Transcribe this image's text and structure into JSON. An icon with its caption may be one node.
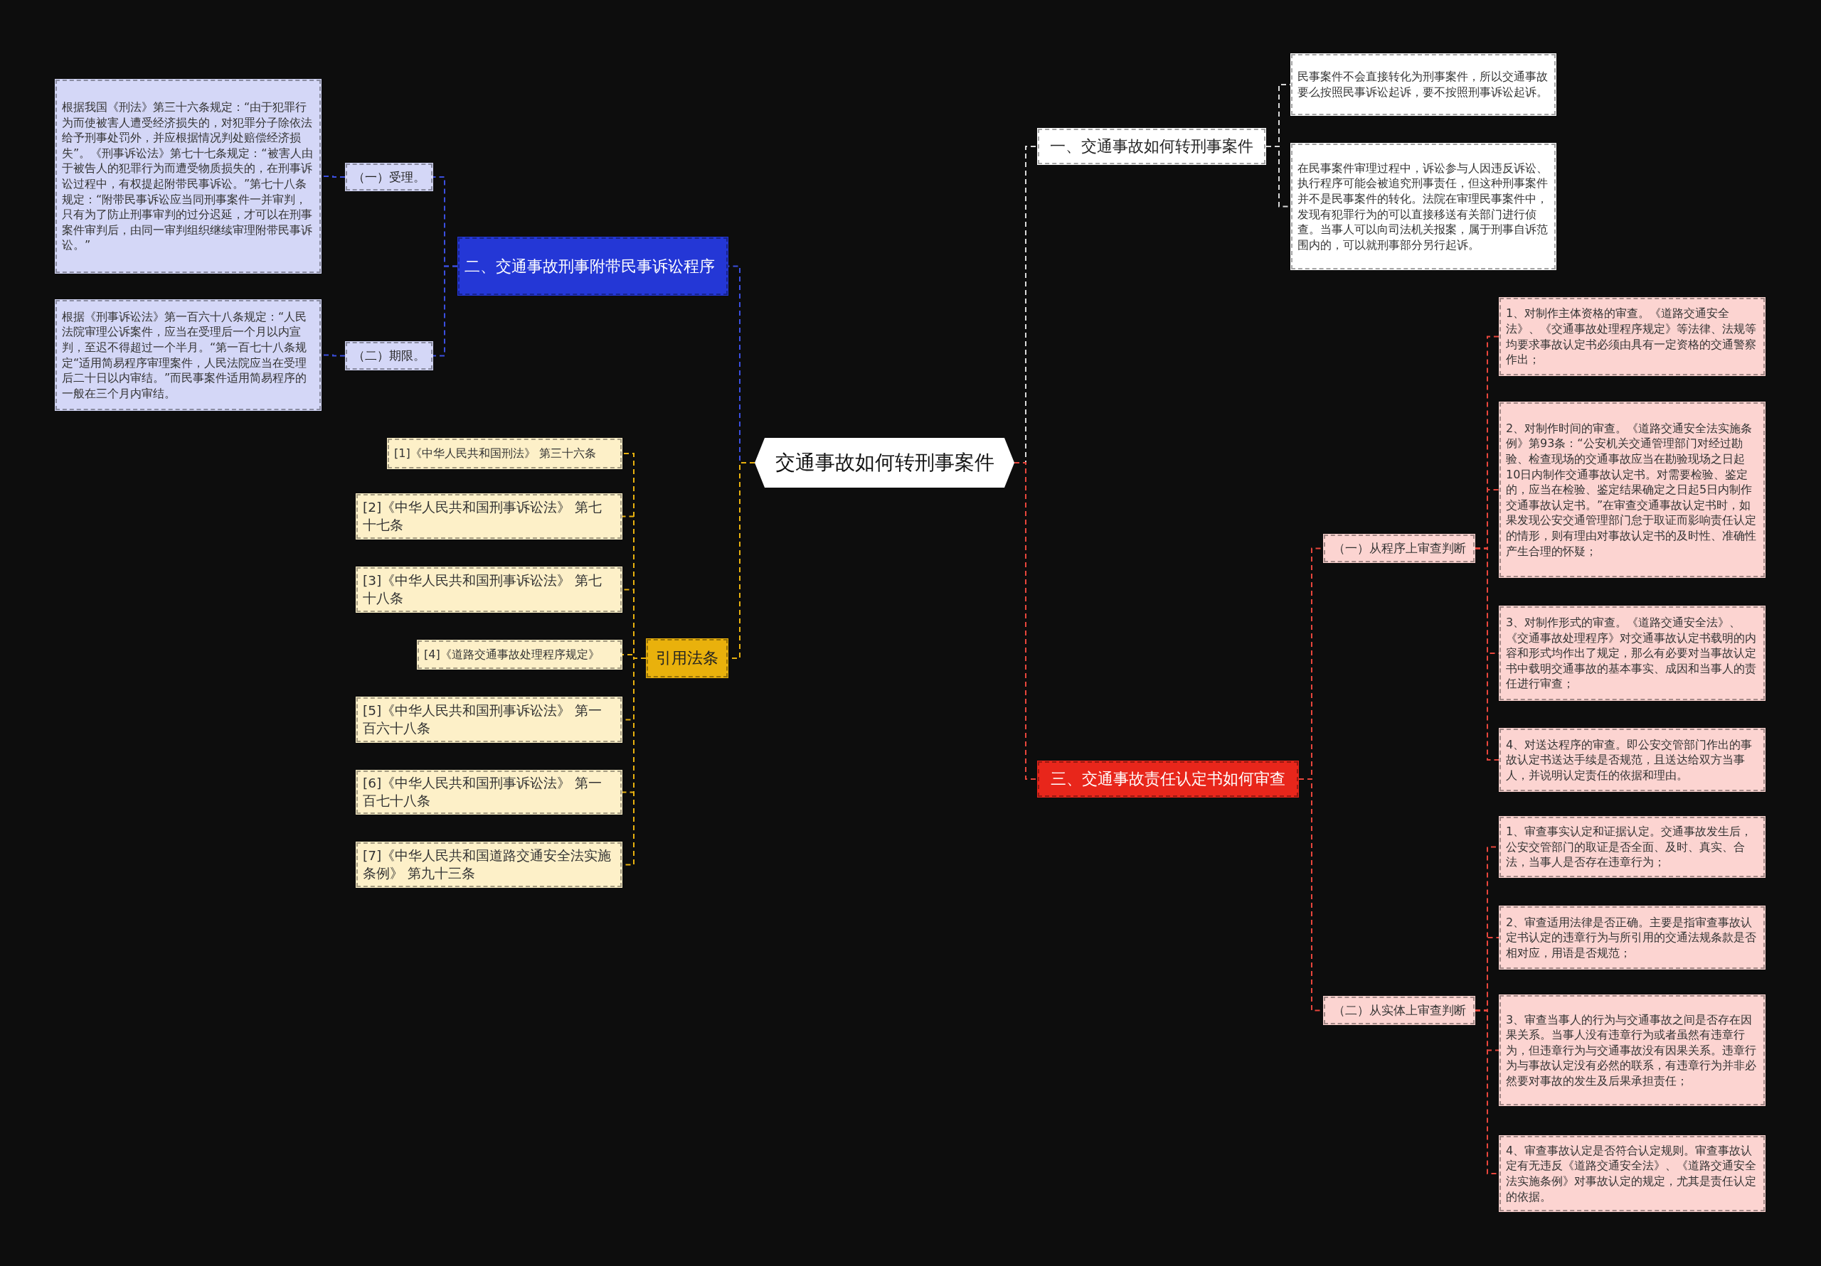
{
  "diagram": {
    "nodes": [
      {
        "text": [
          "交通事故如何转刑事案件"
        ]
      },
      {
        "text": [
          "一、交通事故如何转刑事案件"
        ]
      },
      {
        "text": [
          "民事案件不会直接转化为刑事案件，所以交通事故要么按照民事诉讼起诉，要不按照刑事诉讼起诉。"
        ]
      },
      {
        "text": [
          "在民事案件审理过程中，诉讼参与人因违反诉讼、执行程序可能会被追究刑事责任，但这种刑事案件并不是民事案件的转化。法院在审理民事案件中，发现有犯罪行为的可以直接移送有关部门进行侦查。当事人可以向司法机关报案，属于刑事自诉范围内的，可以就刑事部分另行起诉。"
        ]
      },
      {
        "text": [
          "二、交通事故刑事附带民事诉讼程序"
        ]
      },
      {
        "text": [
          "（一）受理。"
        ]
      },
      {
        "text": [
          "根据我国《刑法》第三十六条规定：“由于犯罪行为而使被害人遭受经济损失的，对犯罪分子除依法给予刑事处罚外，并应根据情况判处赔偿经济损失”。《刑事诉讼法》第七十七条规定：“被害人由于被告人的犯罪行为而遭受物质损失的，在刑事诉讼过程中，有权提起附带民事诉讼。”第七十八条规定：“附带民事诉讼应当同刑事案件一并审判，只有为了防止刑事审判的过分迟延，才可以在刑事案件审判后，由同一审判组织继续审理附带民事诉讼。”"
        ]
      },
      {
        "text": [
          "（二）期限。"
        ]
      },
      {
        "text": [
          "根据《刑事诉讼法》第一百六十八条规定：“人民法院审理公诉案件，应当在受理后一个月以内宣判，至迟不得超过一个半月。“第一百七十八条规定“适用简易程序审理案件，人民法院应当在受理后二十日以内审结。”而民事案件适用简易程序的一般在三个月内审结。"
        ]
      },
      {
        "text": [
          "引用法条"
        ]
      },
      {
        "text": [
          "[1]《中华人民共和国刑法》 第三十六条"
        ]
      },
      {
        "text": [
          "[2]《中华人民共和国刑事诉讼法》 第七十七条"
        ]
      },
      {
        "text": [
          "[3]《中华人民共和国刑事诉讼法》 第七十八条"
        ]
      },
      {
        "text": [
          "[4]《道路交通事故处理程序规定》"
        ]
      },
      {
        "text": [
          "[5]《中华人民共和国刑事诉讼法》 第一百六十八条"
        ]
      },
      {
        "text": [
          "[6]《中华人民共和国刑事诉讼法》 第一百七十八条"
        ]
      },
      {
        "text": [
          "[7]《中华人民共和国道路交通安全法实施条例》 第九十三条"
        ]
      },
      {
        "text": [
          "三、交通事故责任认定书如何审查"
        ]
      },
      {
        "text": [
          "（一）从程序上审查判断"
        ]
      },
      {
        "text": [
          "1、对制作主体资格的审查。《道路交通安全法》、《交通事故处理程序规定》等法律、法规等均要求事故认定书必须由具有一定资格的交通警察作出；"
        ]
      },
      {
        "text": [
          "2、对制作时间的审查。《道路交通安全法实施条例》第93条：“公安机关交通管理部门对经过勘验、检查现场的交通事故应当在勘验现场之日起10日内制作交通事故认定书。对需要检验、鉴定的，应当在检验、鉴定结果确定之日起5日内制作交通事故认定书。”在审查交通事故认定书时，如果发现公安交通管理部门怠于取证而影响责任认定的情形，则有理由对事故认定书的及时性、准确性产生合理的怀疑；"
        ]
      },
      {
        "text": [
          "3、对制作形式的审查。《道路交通安全法》、《交通事故处理程序》对交通事故认定书载明的内容和形式均作出了规定，那么有必要对当事故认定书中载明交通事故的基本事实、成因和当事人的责任进行审查；"
        ]
      },
      {
        "text": [
          "4、对送达程序的审查。即公安交管部门作出的事故认定书送达手续是否规范，且送达给双方当事人，并说明认定责任的依据和理由。"
        ]
      },
      {
        "text": [
          "（二）从实体上审查判断"
        ]
      },
      {
        "text": [
          "1、审查事实认定和证据认定。交通事故发生后，公安交管部门的取证是否全面、及时、真实、合法，当事人是否存在违章行为；"
        ]
      },
      {
        "text": [
          "2、审查适用法律是否正确。主要是指审查事故认定书认定的违章行为与所引用的交通法规条款是否相对应，用语是否规范；"
        ]
      },
      {
        "text": [
          "3、审查当事人的行为与交通事故之间是否存在因果关系。当事人没有违章行为或者虽然有违章行为，但违章行为与交通事故没有因果关系。违章行为与事故认定没有必然的联系，有违章行为并非必然要对事故的发生及后果承担责任；"
        ]
      },
      {
        "text": [
          "4、审查事故认定是否符合认定规则。审查事故认定有无违反《道路交通安全法》、《道路交通安全法实施条例》对事故认定的规定，尤其是责任认定的依据。"
        ]
      }
    ],
    "edges": [
      {
        "from": 0,
        "to": 1,
        "arrow": "none",
        "style": "dashed",
        "color": "#d9d9d9"
      },
      {
        "from": 1,
        "to": 2,
        "arrow": "none",
        "style": "dashed",
        "color": "#d9d9d9"
      },
      {
        "from": 1,
        "to": 3,
        "arrow": "none",
        "style": "dashed",
        "color": "#d9d9d9"
      },
      {
        "from": 0,
        "to": 4,
        "arrow": "none",
        "style": "dashed",
        "color": "#3b4fe0"
      },
      {
        "from": 4,
        "to": 5,
        "arrow": "none",
        "style": "dashed",
        "color": "#3b4fe0"
      },
      {
        "from": 5,
        "to": 6,
        "arrow": "none",
        "style": "dashed",
        "color": "#3b4fe0"
      },
      {
        "from": 4,
        "to": 7,
        "arrow": "none",
        "style": "dashed",
        "color": "#3b4fe0"
      },
      {
        "from": 7,
        "to": 8,
        "arrow": "none",
        "style": "dashed",
        "color": "#3b4fe0"
      },
      {
        "from": 0,
        "to": 9,
        "arrow": "none",
        "style": "dashed",
        "color": "#e8b10e"
      },
      {
        "from": 9,
        "to": 10,
        "arrow": "none",
        "style": "dashed",
        "color": "#e8b10e"
      },
      {
        "from": 9,
        "to": 11,
        "arrow": "none",
        "style": "dashed",
        "color": "#e8b10e"
      },
      {
        "from": 9,
        "to": 12,
        "arrow": "none",
        "style": "dashed",
        "color": "#e8b10e"
      },
      {
        "from": 9,
        "to": 13,
        "arrow": "none",
        "style": "dashed",
        "color": "#e8b10e"
      },
      {
        "from": 9,
        "to": 14,
        "arrow": "none",
        "style": "dashed",
        "color": "#e8b10e"
      },
      {
        "from": 9,
        "to": 15,
        "arrow": "none",
        "style": "dashed",
        "color": "#e8b10e"
      },
      {
        "from": 9,
        "to": 16,
        "arrow": "none",
        "style": "dashed",
        "color": "#e8b10e"
      },
      {
        "from": 0,
        "to": 17,
        "arrow": "none",
        "style": "dashed"
      },
      {
        "from": 17,
        "to": 18,
        "arrow": "none",
        "style": "dashed"
      },
      {
        "from": 18,
        "to": 19,
        "arrow": "none",
        "style": "dashed"
      },
      {
        "from": 18,
        "to": 20,
        "arrow": "none",
        "style": "dashed"
      },
      {
        "from": 18,
        "to": 21,
        "arrow": "none",
        "style": "dashed"
      },
      {
        "from": 18,
        "to": 22,
        "arrow": "none",
        "style": "dashed"
      },
      {
        "from": 17,
        "to": 23,
        "arrow": "none",
        "style": "dashed"
      },
      {
        "from": 23,
        "to": 24,
        "arrow": "none",
        "style": "dashed"
      },
      {
        "from": 23,
        "to": 25,
        "arrow": "none",
        "style": "dashed"
      },
      {
        "from": 23,
        "to": 26,
        "arrow": "none",
        "style": "dashed"
      },
      {
        "from": 23,
        "to": 27,
        "arrow": "none",
        "style": "dashed"
      }
    ]
  }
}
